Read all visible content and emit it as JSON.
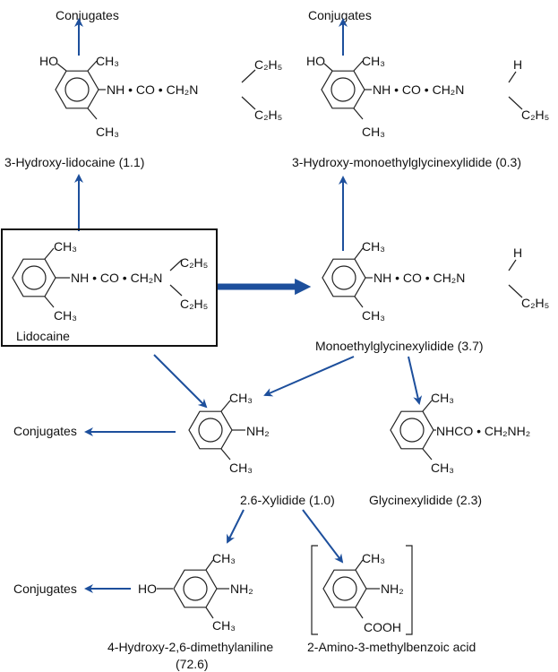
{
  "colors": {
    "arrow": "#1d4f9c",
    "structure": "#222222"
  },
  "conjugates": "Conjugates",
  "groups": {
    "ho": "HO",
    "ch3": "CH₃",
    "c2h5": "C₂H₅",
    "h": "H",
    "nh2": "NH₂",
    "cooh": "COOH",
    "chain_lido": "NH • CO • CH₂N",
    "nhco": "NHCO • CH₂NH₂"
  },
  "compounds": {
    "hydroxy_lidocaine": "3-Hydroxy-lidocaine (1.1)",
    "hydroxy_megx": "3-Hydroxy-monoethylglycinexylidide (0.3)",
    "lidocaine": "Lidocaine",
    "megx": "Monoethylglycinexylidide (3.7)",
    "xylidide": "2.6-Xylidide (1.0)",
    "glycinexylidide": "Glycinexylidide (2.3)",
    "hydroxy_dimethylaniline": "4-Hydroxy-2,6-dimethylaniline",
    "hydroxy_dimethylaniline_value": "(72.6)",
    "aminomethylbenzoic": "2-Amino-3-methylbenzoic acid"
  }
}
